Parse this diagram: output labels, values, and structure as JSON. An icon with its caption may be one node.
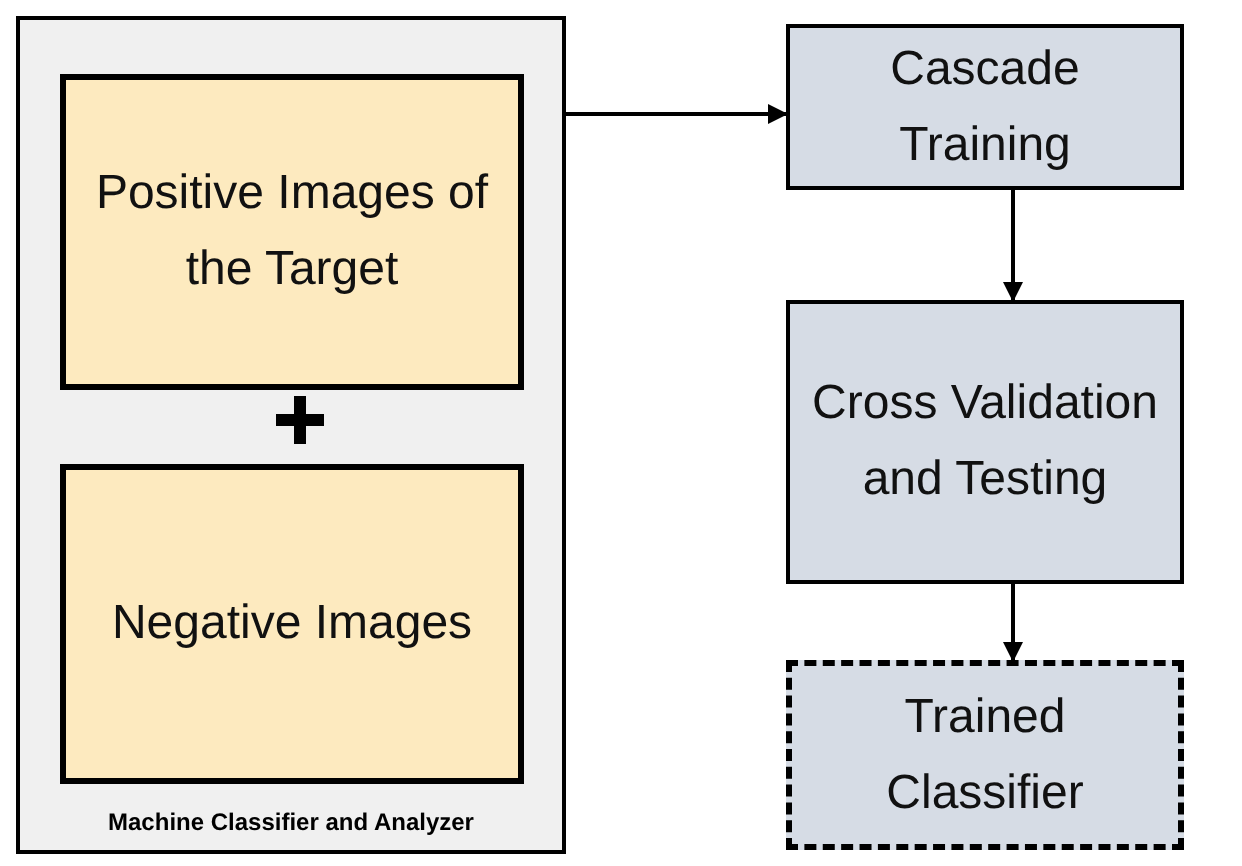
{
  "diagram": {
    "nodes": [
      {
        "text": [
          "Machine Classifier and Analyzer"
        ]
      },
      {
        "text": [
          "Positive Images of the Target"
        ],
        "in": 0
      },
      {
        "text": [
          "Negative Images"
        ],
        "in": 0
      },
      {
        "text": [
          "Cascade Training"
        ]
      },
      {
        "text": [
          "Cross Validation and Testing"
        ]
      },
      {
        "text": [
          "Trained Classifier"
        ]
      }
    ],
    "edges": [
      {
        "from": 0,
        "to": 3,
        "arrow": "to"
      },
      {
        "from": 3,
        "to": 4,
        "arrow": "to"
      },
      {
        "from": 4,
        "to": 5,
        "arrow": "to"
      }
    ]
  }
}
